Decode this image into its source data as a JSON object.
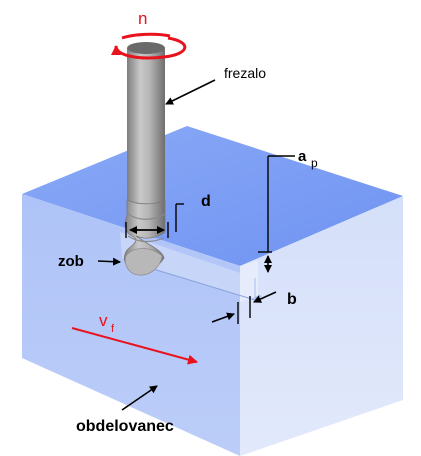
{
  "labels": {
    "n": "n",
    "frezalo": "frezalo",
    "a": "a",
    "p": "p",
    "d": "d",
    "zob": "zob",
    "b": "b",
    "v": "v",
    "f": "f",
    "obdelovanec": "obdelovanec"
  },
  "colors": {
    "rotation_arrow": "#e8131c",
    "feed_arrow": "#e8131c",
    "block_top": "#7c9ef5",
    "block_left": "#b3c7f7",
    "block_right": "#d9e3fa",
    "tool": "#a9a9a9",
    "line": "#000000"
  }
}
